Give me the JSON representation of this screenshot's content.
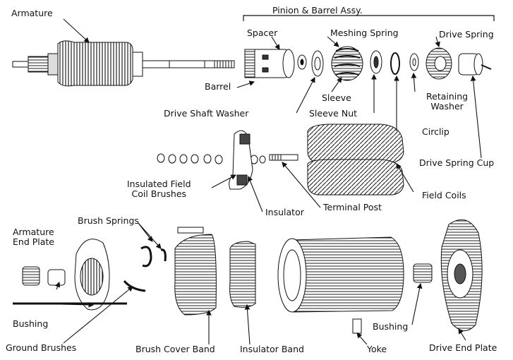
{
  "labels": {
    "armature": "Armature",
    "pinion_barrel_assy": "Pinion & Barrel Assy.",
    "spacer": "Spacer",
    "meshing_spring": "Meshing Spring",
    "drive_spring": "Drive Spring",
    "barrel": "Barrel",
    "sleeve": "Sleeve",
    "retaining_washer": "Retaining\nWasher",
    "drive_shaft_washer": "Drive Shaft Washer",
    "sleeve_nut": "Sleeve Nut",
    "circlip": "Circlip",
    "drive_spring_cup": "Drive Spring Cup",
    "insulated_field_coil_brushes": "Insulated Field\nCoil Brushes",
    "field_coils": "Field Coils",
    "terminal_post": "Terminal Post",
    "insulator": "Insulator",
    "brush_springs": "Brush Springs",
    "armature_end_plate": "Armature\nEnd Plate",
    "bushing_left": "Bushing",
    "bushing_right": "Bushing",
    "ground_brushes": "Ground Brushes",
    "brush_cover_band": "Brush Cover Band",
    "insulator_band": "Insulator Band",
    "yoke": "Yoke",
    "drive_end_plate": "Drive End Plate"
  }
}
